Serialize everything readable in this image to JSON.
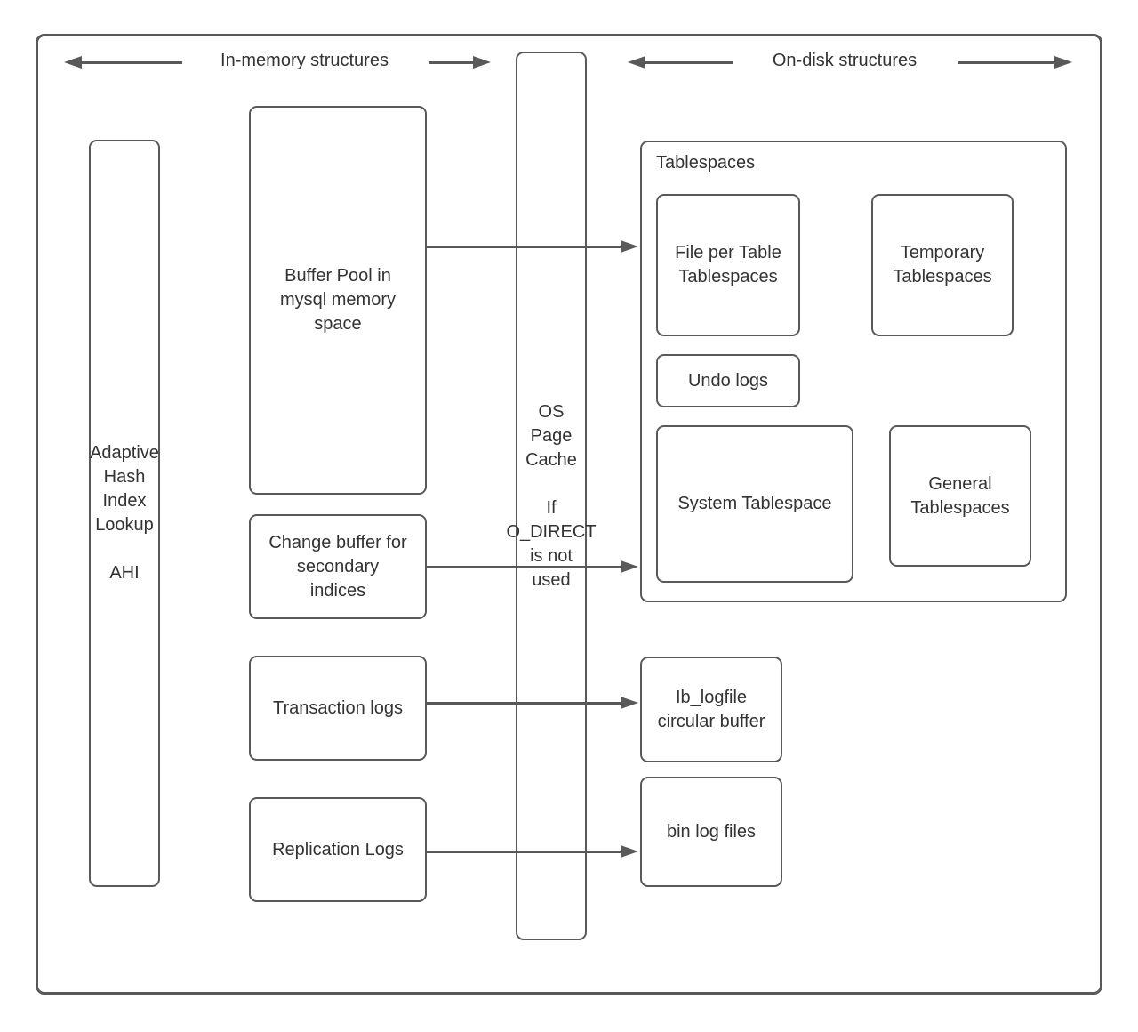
{
  "colors": {
    "stroke": "#595959",
    "text": "#333333"
  },
  "headers": {
    "in_memory": {
      "label": "In-memory structures"
    },
    "on_disk": {
      "label": "On-disk structures"
    }
  },
  "nodes": {
    "ahi": {
      "label": "Adaptive\nHash\nIndex\nLookup\n\nAHI"
    },
    "buffer_pool": {
      "label": "Buffer Pool in\nmysql memory\nspace"
    },
    "change_buffer": {
      "label": "Change buffer for\nsecondary\nindices"
    },
    "transaction_logs": {
      "label": "Transaction logs"
    },
    "replication_logs": {
      "label": "Replication Logs"
    },
    "os_page_cache": {
      "label": "OS\nPage\nCache\n\nIf\nO_DIRECT\nis not\nused"
    },
    "tablespaces": {
      "label": "Tablespaces"
    },
    "file_per_table": {
      "label": "File per Table\nTablespaces"
    },
    "temporary_tablespaces": {
      "label": "Temporary\nTablespaces"
    },
    "undo_logs": {
      "label": "Undo logs"
    },
    "system_tablespace": {
      "label": "System Tablespace"
    },
    "general_tablespaces": {
      "label": "General\nTablespaces"
    },
    "ib_logfile": {
      "label": "Ib_logfile\ncircular buffer"
    },
    "bin_log_files": {
      "label": "bin log files"
    }
  },
  "connections": [
    {
      "from": "buffer_pool",
      "to": "tablespaces"
    },
    {
      "from": "change_buffer",
      "to": "tablespaces"
    },
    {
      "from": "transaction_logs",
      "to": "ib_logfile"
    },
    {
      "from": "replication_logs",
      "to": "bin_log_files"
    }
  ]
}
